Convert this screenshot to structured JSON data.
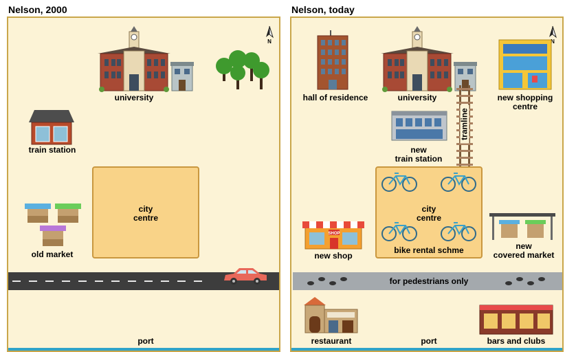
{
  "left_map": {
    "title": "Nelson, 2000",
    "labels": {
      "university": "university",
      "train_station": "train station",
      "old_market": "old market",
      "city_centre": "city\ncentre",
      "port": "port"
    },
    "compass": "N"
  },
  "right_map": {
    "title": "Nelson, today",
    "labels": {
      "hall_of_residence": "hall of residence",
      "university": "university",
      "new_shopping_centre": "new shopping\ncentre",
      "new_train_station": "new\ntrain station",
      "tramline": "tramline",
      "city_centre": "city\ncentre",
      "bike_rental": "bike rental schme",
      "new_shop": "new shop",
      "new_covered_market": "new\ncovered market",
      "for_pedestrians_only": "for pedestrians only",
      "restaurant": "restaurant",
      "port": "port",
      "bars_and_clubs": "bars and clubs",
      "shop_sign": "SHOP"
    },
    "compass": "N"
  },
  "colors": {
    "panel_bg": "#fcf3d6",
    "panel_border": "#c9a64a",
    "centre_fill": "#f9d388",
    "road": "#3d3d3d",
    "water": "#2fa3c8"
  }
}
